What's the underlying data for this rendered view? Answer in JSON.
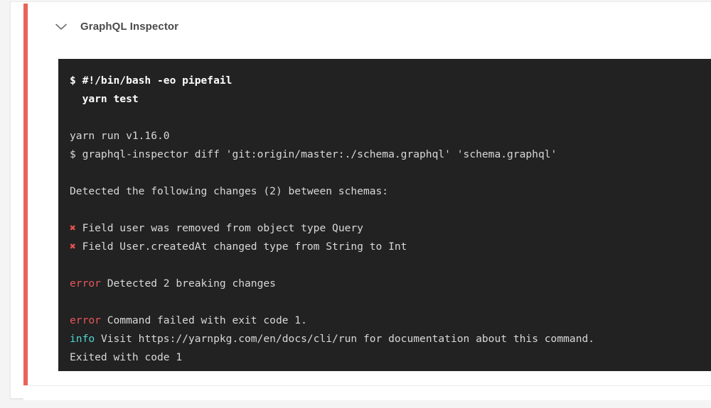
{
  "step": {
    "title": "GraphQL Inspector",
    "collapse_icon": "chevron-down-icon",
    "status_color": "#eb6258",
    "status": "failed"
  },
  "terminal": {
    "background_color": "#222222",
    "text_color": "#d6d6d6",
    "error_color": "#e8575c",
    "info_color": "#4fd6d2",
    "marker_color": "#e8504f",
    "marker_glyph": "✖",
    "lines": [
      {
        "type": "command",
        "segments": [
          {
            "class": "t-cmd",
            "text": "$ #!/bin/bash -eo pipefail"
          }
        ]
      },
      {
        "type": "command",
        "segments": [
          {
            "class": "t-cmd",
            "text": "  yarn test"
          }
        ]
      },
      {
        "type": "blank",
        "segments": []
      },
      {
        "type": "output",
        "segments": [
          {
            "class": "t-plain",
            "text": "yarn run v1.16.0"
          }
        ]
      },
      {
        "type": "output",
        "segments": [
          {
            "class": "t-plain",
            "text": "$ graphql-inspector diff 'git:origin/master:./schema.graphql' 'schema.graphql'"
          }
        ]
      },
      {
        "type": "blank",
        "segments": []
      },
      {
        "type": "output",
        "segments": [
          {
            "class": "t-plain",
            "text": "Detected the following changes (2) between schemas:"
          }
        ]
      },
      {
        "type": "blank",
        "segments": []
      },
      {
        "type": "change",
        "segments": [
          {
            "class": "t-mark",
            "text": "✖"
          },
          {
            "class": "t-plain",
            "text": " Field user was removed from object type Query"
          }
        ]
      },
      {
        "type": "change",
        "segments": [
          {
            "class": "t-mark",
            "text": "✖"
          },
          {
            "class": "t-plain",
            "text": " Field User.createdAt changed type from String to Int"
          }
        ]
      },
      {
        "type": "blank",
        "segments": []
      },
      {
        "type": "error",
        "segments": [
          {
            "class": "t-err",
            "text": "error"
          },
          {
            "class": "t-plain",
            "text": " Detected 2 breaking changes"
          }
        ]
      },
      {
        "type": "blank",
        "segments": []
      },
      {
        "type": "error",
        "segments": [
          {
            "class": "t-err",
            "text": "error"
          },
          {
            "class": "t-plain",
            "text": " Command failed with exit code 1."
          }
        ]
      },
      {
        "type": "info",
        "segments": [
          {
            "class": "t-info",
            "text": "info"
          },
          {
            "class": "t-plain",
            "text": " Visit https://yarnpkg.com/en/docs/cli/run for documentation about this command."
          }
        ]
      },
      {
        "type": "output",
        "segments": [
          {
            "class": "t-plain",
            "text": "Exited with code 1"
          }
        ]
      }
    ]
  }
}
